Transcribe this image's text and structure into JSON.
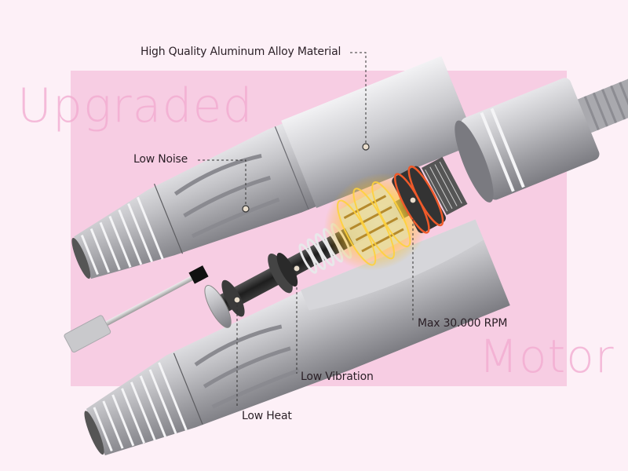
{
  "background": {
    "page_color": "#fdf0f7",
    "panel_color": "#f7cde3",
    "headline_color": "#f2a9cf"
  },
  "headline": {
    "word_top": "Upgraded",
    "word_bottom": "Motor"
  },
  "callouts": [
    {
      "id": "aluminum",
      "label": "High Quality Aluminum Alloy Material"
    },
    {
      "id": "noise",
      "label": "Low Noise"
    },
    {
      "id": "rpm",
      "label": "Max 30.000 RPM"
    },
    {
      "id": "vibration",
      "label": "Low Vibration"
    },
    {
      "id": "heat",
      "label": "Low Heat"
    }
  ],
  "product": {
    "name": "nail drill handpiece exploded view",
    "metal_color": "#b9b9bd",
    "glow_color": "#ffcf3a",
    "coil_color": "#e8532a"
  }
}
